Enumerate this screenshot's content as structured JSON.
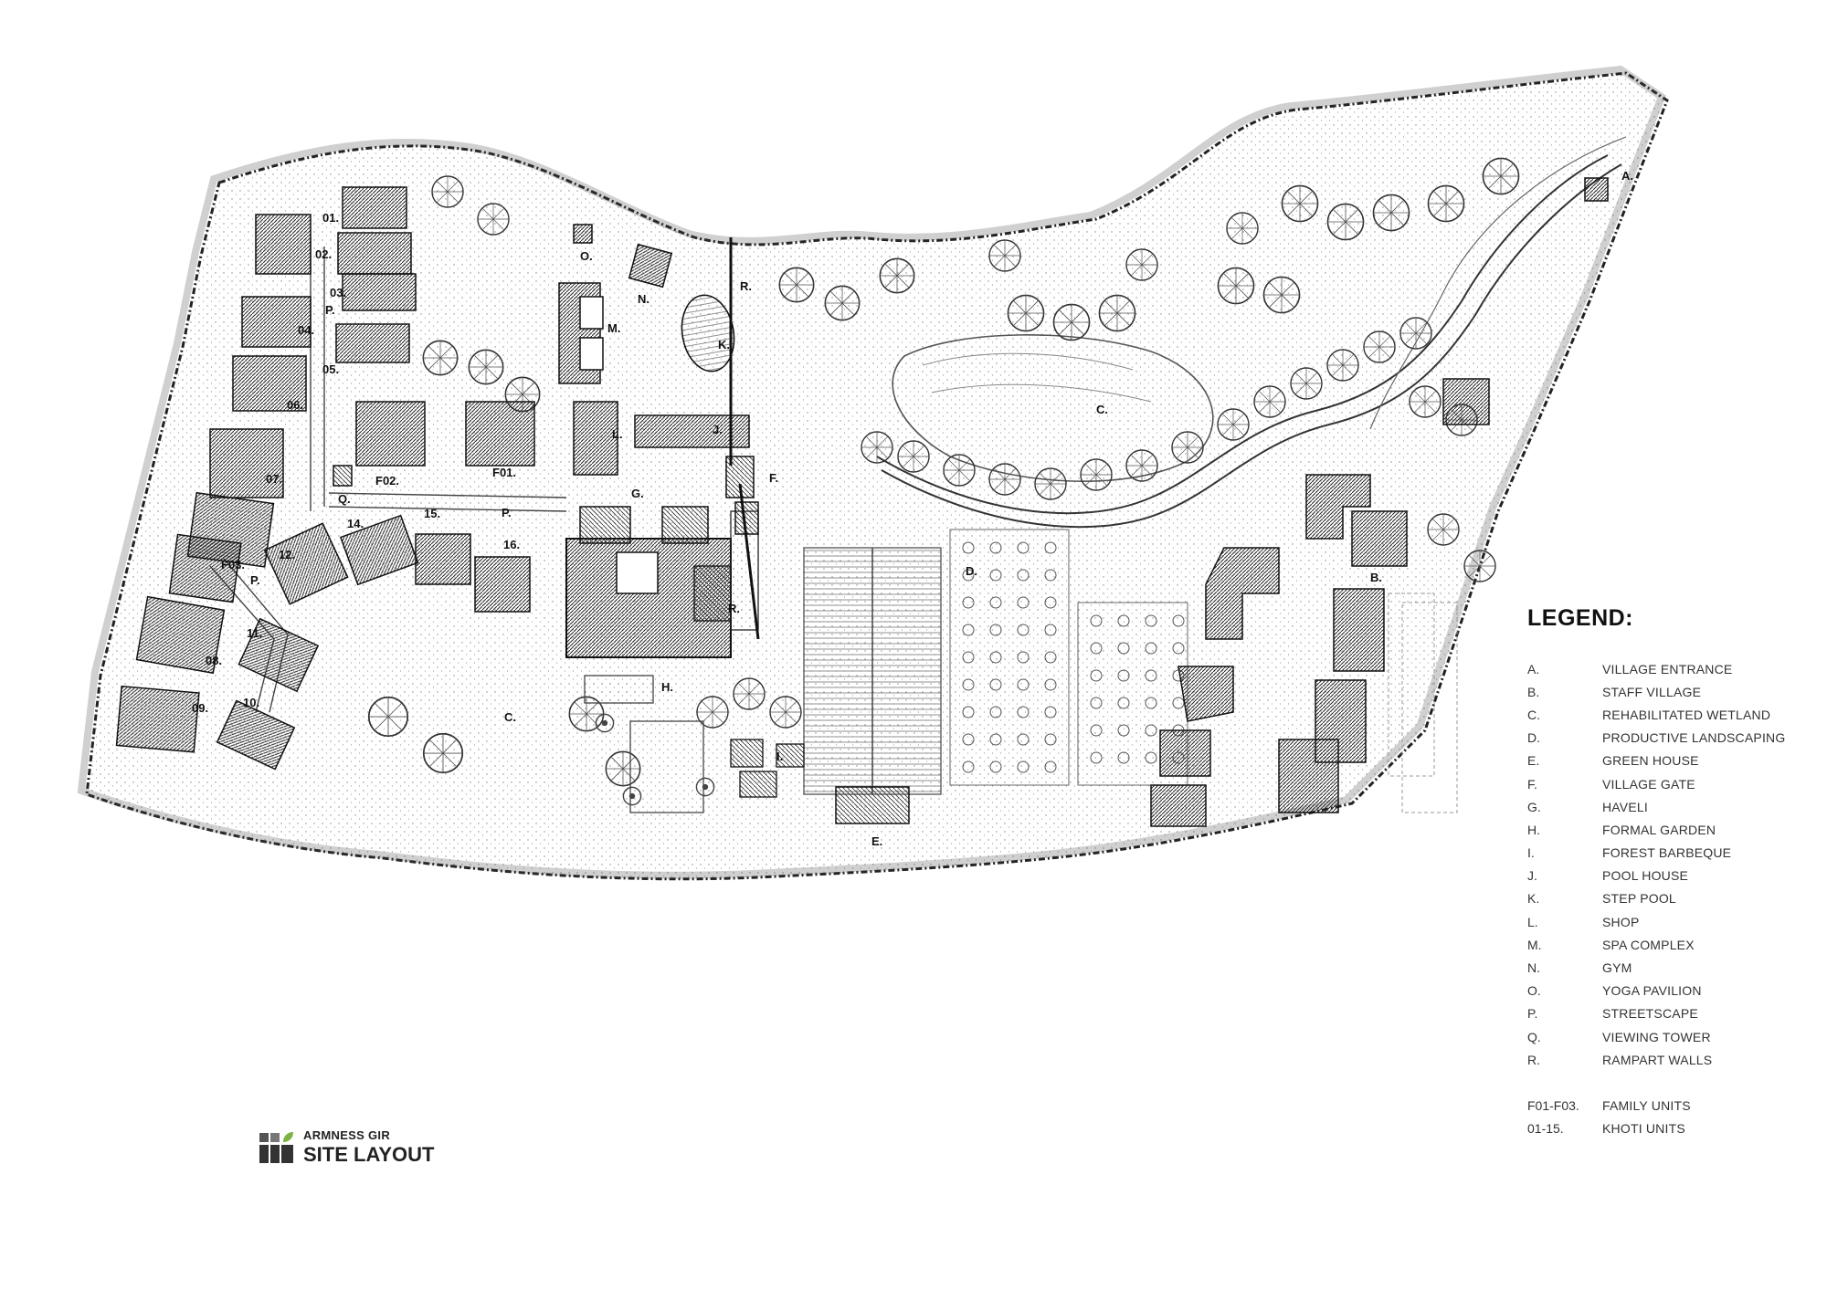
{
  "plan_labels": {
    "A": "A.",
    "B": "B.",
    "C1": "C.",
    "C2": "C.",
    "D": "D.",
    "E": "E.",
    "F": "F.",
    "G": "G.",
    "H": "H.",
    "I": "I.",
    "J": "J.",
    "K": "K.",
    "L": "L.",
    "M": "M.",
    "N": "N.",
    "O": "O.",
    "P1": "P.",
    "P2": "P.",
    "P3": "P.",
    "Q": "Q.",
    "R1": "R.",
    "R2": "R.",
    "u01": "01.",
    "u02": "02.",
    "u03": "03.",
    "u04": "04.",
    "u05": "05.",
    "u06": "06.",
    "u07": "07.",
    "u08": "08.",
    "u09": "09.",
    "u10": "10.",
    "u11": "11.",
    "u12": "12.",
    "u14": "14.",
    "u15": "15.",
    "u16": "16.",
    "F01": "F01.",
    "F02": "F02.",
    "F03": "F03."
  },
  "legend": {
    "title": "LEGEND:",
    "items": [
      {
        "key": "A.",
        "value": "VILLAGE ENTRANCE"
      },
      {
        "key": "B.",
        "value": "STAFF VILLAGE"
      },
      {
        "key": "C.",
        "value": "REHABILITATED WETLAND"
      },
      {
        "key": "D.",
        "value": "PRODUCTIVE LANDSCAPING"
      },
      {
        "key": "E.",
        "value": "GREEN HOUSE"
      },
      {
        "key": "F.",
        "value": "VILLAGE GATE"
      },
      {
        "key": "G.",
        "value": "HAVELI"
      },
      {
        "key": "H.",
        "value": "FORMAL GARDEN"
      },
      {
        "key": "I.",
        "value": "FOREST BARBEQUE"
      },
      {
        "key": "J.",
        "value": "POOL HOUSE"
      },
      {
        "key": "K.",
        "value": "STEP POOL"
      },
      {
        "key": "L.",
        "value": "SHOP"
      },
      {
        "key": "M.",
        "value": "SPA COMPLEX"
      },
      {
        "key": "N.",
        "value": "GYM"
      },
      {
        "key": "O.",
        "value": "YOGA PAVILION"
      },
      {
        "key": "P.",
        "value": "STREETSCAPE"
      },
      {
        "key": "Q.",
        "value": "VIEWING TOWER"
      },
      {
        "key": "R.",
        "value": "RAMPART WALLS"
      }
    ],
    "units": [
      {
        "key": "F01-F03.",
        "value": "FAMILY UNITS"
      },
      {
        "key": "01-15.",
        "value": "KHOTI UNITS"
      }
    ]
  },
  "brand": {
    "name": "ARMNESS GIR",
    "subtitle": "SITE LAYOUT",
    "accent_color": "#7cb342"
  }
}
